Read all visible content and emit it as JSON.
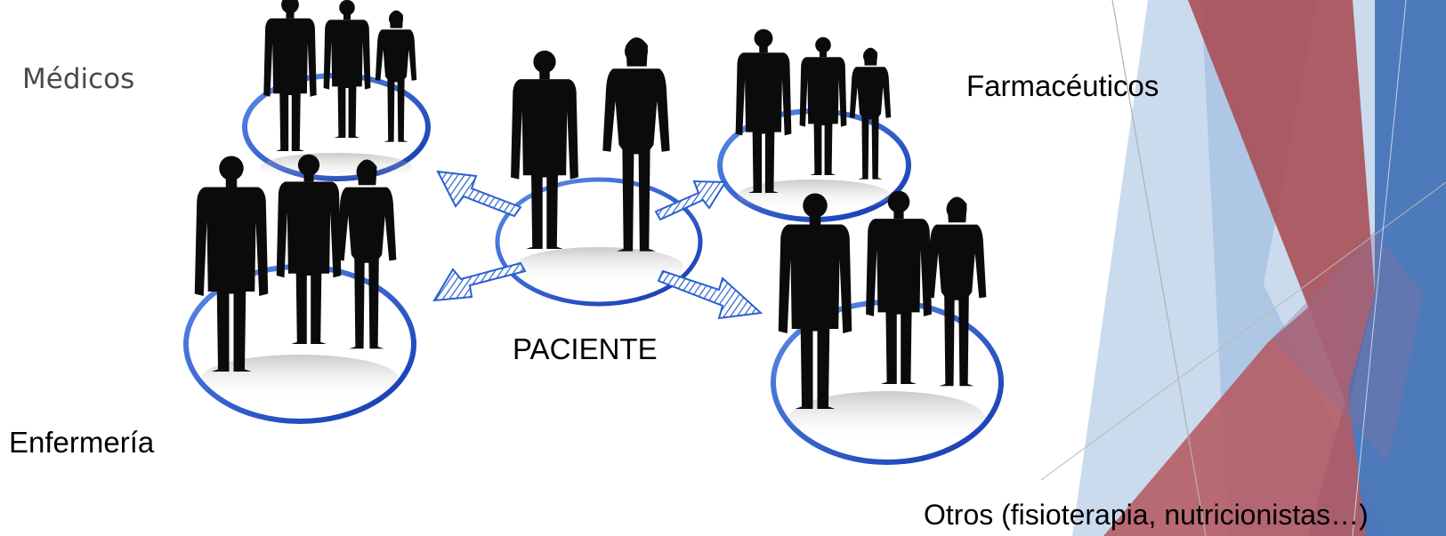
{
  "slide": {
    "labels": {
      "medicos": "Médicos",
      "farmaceuticos": "Farmacéuticos",
      "paciente": "PACIENTE",
      "enfermeria": "Enfermería",
      "otros": "Otros (fisioterapia, nutricionistas…)"
    },
    "groups": [
      {
        "id": "medicos",
        "people": 3
      },
      {
        "id": "enfermeria",
        "people": 3
      },
      {
        "id": "paciente",
        "people": 2
      },
      {
        "id": "farmaceuticos",
        "people": 3
      },
      {
        "id": "otros",
        "people": 3
      }
    ],
    "arrows": [
      "to-medicos",
      "to-farmaceuticos",
      "to-enfermeria",
      "to-otros"
    ],
    "colors": {
      "ring": "#1f4fc8",
      "arrow": "#2a5fd0",
      "silhouette": "#0b0b0b",
      "decor_light_blue": "#c5d7ec",
      "decor_red": "#a94b52",
      "decor_blue": "#3f6fb5"
    }
  }
}
